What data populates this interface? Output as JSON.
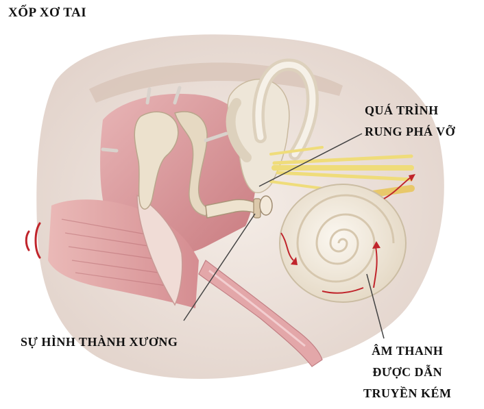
{
  "title": "XỐP XƠ TAI",
  "labels": {
    "vibration_disruption": [
      "QUÁ TRÌNH",
      "RUNG PHÁ VỠ"
    ],
    "bone_formation": "SỰ HÌNH THÀNH XƯƠNG",
    "poor_sound_conduction": [
      "ÂM THANH",
      "ĐƯỢC DẪN",
      "TRUYỀN KÉM"
    ]
  },
  "colors": {
    "background": "#ffffff",
    "skin": "#ede4de",
    "canal_pink": "#d99a9e",
    "bone_beige": "#e8ddc9",
    "cochlea_white": "#f3ede3",
    "nerve_yellow": "#f0e08a",
    "arrow_red": "#c0242b",
    "leader_line": "#444444",
    "text": "#111111"
  }
}
